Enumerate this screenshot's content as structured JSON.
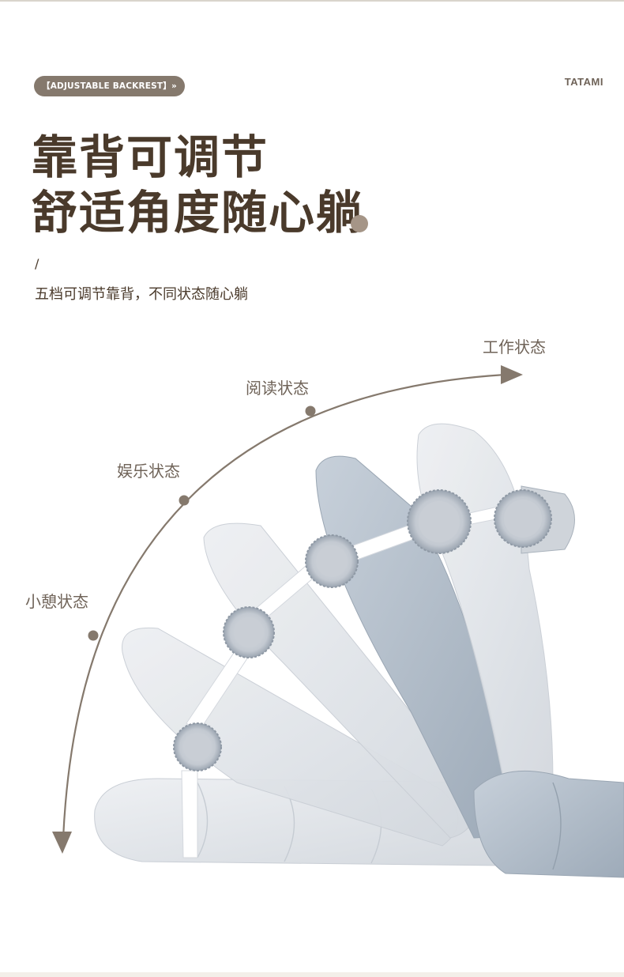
{
  "header": {
    "pill_label": "【ADJUSTABLE BACKREST】»",
    "brand": "TATAMI"
  },
  "headline": {
    "line1": "靠背可调节",
    "line2": "舒适角度随心躺"
  },
  "slash": "/",
  "subline": "五档可调节靠背，不同状态随心躺",
  "states": {
    "work": "工作状态",
    "read": "阅读状态",
    "entertainment": "娱乐状态",
    "rest": "小憩状态"
  },
  "colors": {
    "brown_dark": "#4a3a2b",
    "brown_mid": "#6f6358",
    "pill_bg": "#85796d",
    "accent_dot": "#a59587",
    "cushion_light": "#dfe2e6",
    "cushion_blue": "#b4bfcb",
    "strap": "#ffffff"
  },
  "icons": {
    "arc_arrow": "curved-arrow-icon"
  }
}
